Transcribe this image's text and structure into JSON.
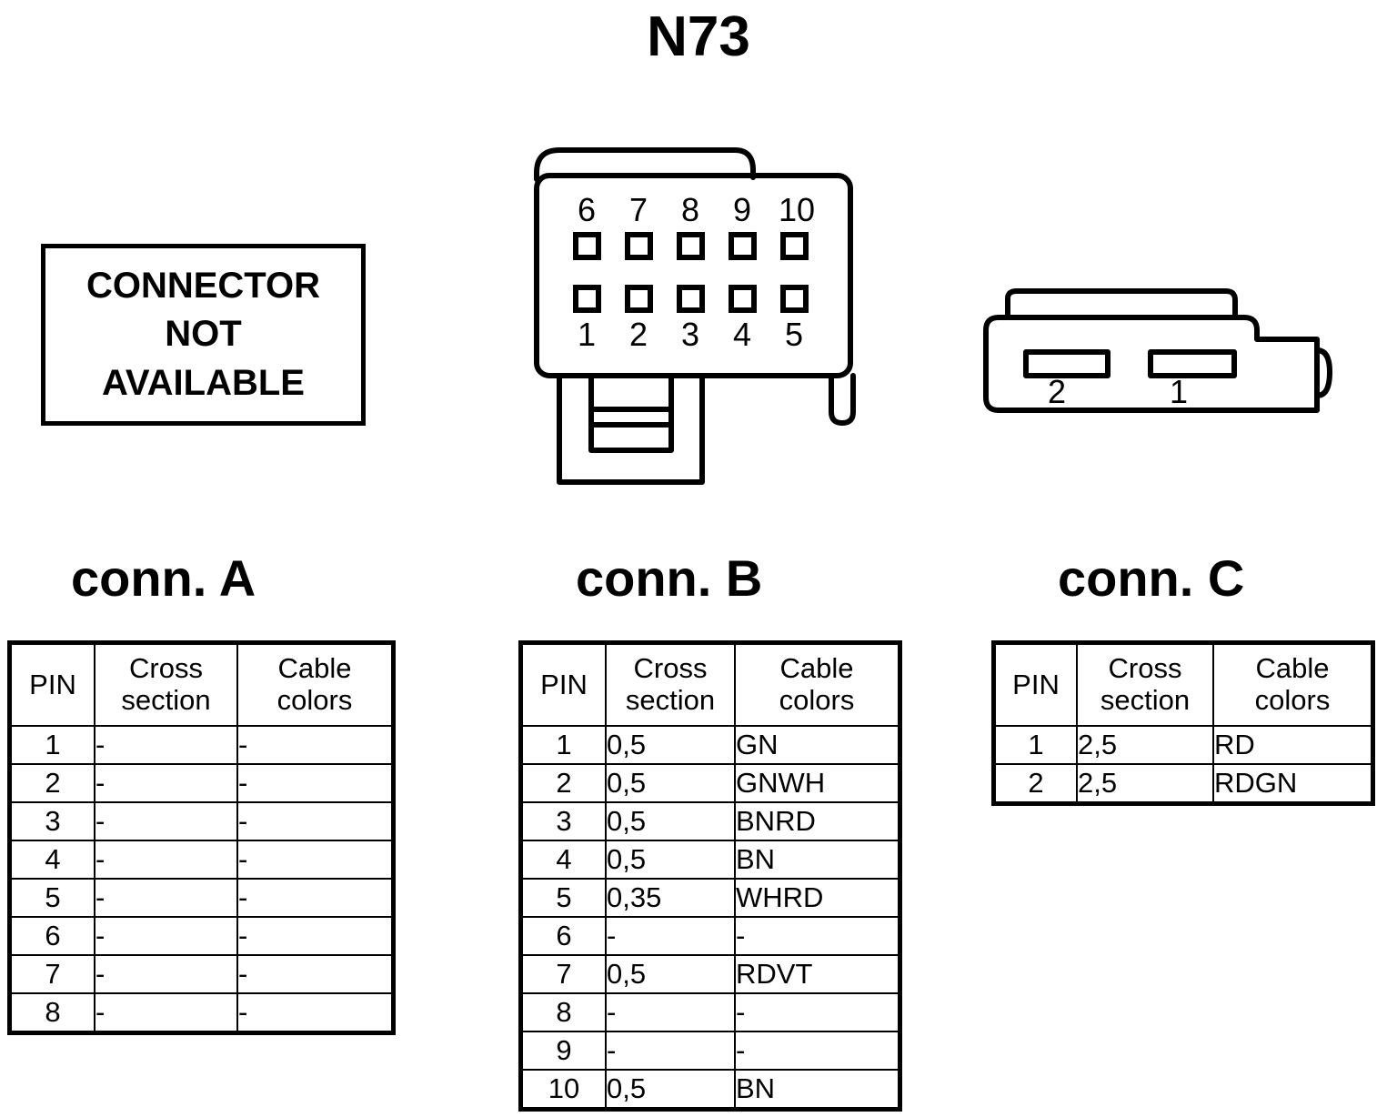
{
  "page": {
    "title": "N73"
  },
  "connector_a_graphic": {
    "lines": [
      "CONNECTOR",
      "NOT",
      "AVAILABLE"
    ]
  },
  "connector_b_graphic": {
    "top_row_labels": [
      "6",
      "7",
      "8",
      "9",
      "10"
    ],
    "bottom_row_labels": [
      "1",
      "2",
      "3",
      "4",
      "5"
    ]
  },
  "connector_c_graphic": {
    "slot_labels": [
      "2",
      "1"
    ]
  },
  "headings": {
    "conn_a": "conn. A",
    "conn_b": "conn. B",
    "conn_c": "conn. C"
  },
  "table_columns": {
    "pin": "PIN",
    "cross_section_line1": "Cross",
    "cross_section_line2": "section",
    "cable_colors_line1": "Cable",
    "cable_colors_line2": "colors"
  },
  "tables": {
    "conn_a": {
      "rows": [
        {
          "pin": "1",
          "cross_section": "-",
          "cable_colors": "-"
        },
        {
          "pin": "2",
          "cross_section": "-",
          "cable_colors": "-"
        },
        {
          "pin": "3",
          "cross_section": "-",
          "cable_colors": "-"
        },
        {
          "pin": "4",
          "cross_section": "-",
          "cable_colors": "-"
        },
        {
          "pin": "5",
          "cross_section": "-",
          "cable_colors": "-"
        },
        {
          "pin": "6",
          "cross_section": "-",
          "cable_colors": "-"
        },
        {
          "pin": "7",
          "cross_section": "-",
          "cable_colors": "-"
        },
        {
          "pin": "8",
          "cross_section": "-",
          "cable_colors": "-"
        }
      ]
    },
    "conn_b": {
      "rows": [
        {
          "pin": "1",
          "cross_section": "0,5",
          "cable_colors": "GN"
        },
        {
          "pin": "2",
          "cross_section": "0,5",
          "cable_colors": "GNWH"
        },
        {
          "pin": "3",
          "cross_section": "0,5",
          "cable_colors": "BNRD"
        },
        {
          "pin": "4",
          "cross_section": "0,5",
          "cable_colors": "BN"
        },
        {
          "pin": "5",
          "cross_section": "0,35",
          "cable_colors": "WHRD"
        },
        {
          "pin": "6",
          "cross_section": "-",
          "cable_colors": "-"
        },
        {
          "pin": "7",
          "cross_section": "0,5",
          "cable_colors": "RDVT"
        },
        {
          "pin": "8",
          "cross_section": "-",
          "cable_colors": "-"
        },
        {
          "pin": "9",
          "cross_section": "-",
          "cable_colors": "-"
        },
        {
          "pin": "10",
          "cross_section": "0,5",
          "cable_colors": "BN"
        }
      ]
    },
    "conn_c": {
      "rows": [
        {
          "pin": "1",
          "cross_section": "2,5",
          "cable_colors": "RD"
        },
        {
          "pin": "2",
          "cross_section": "2,5",
          "cable_colors": "RDGN"
        }
      ]
    }
  },
  "colors": {
    "ink": "#000000",
    "background": "#ffffff"
  }
}
